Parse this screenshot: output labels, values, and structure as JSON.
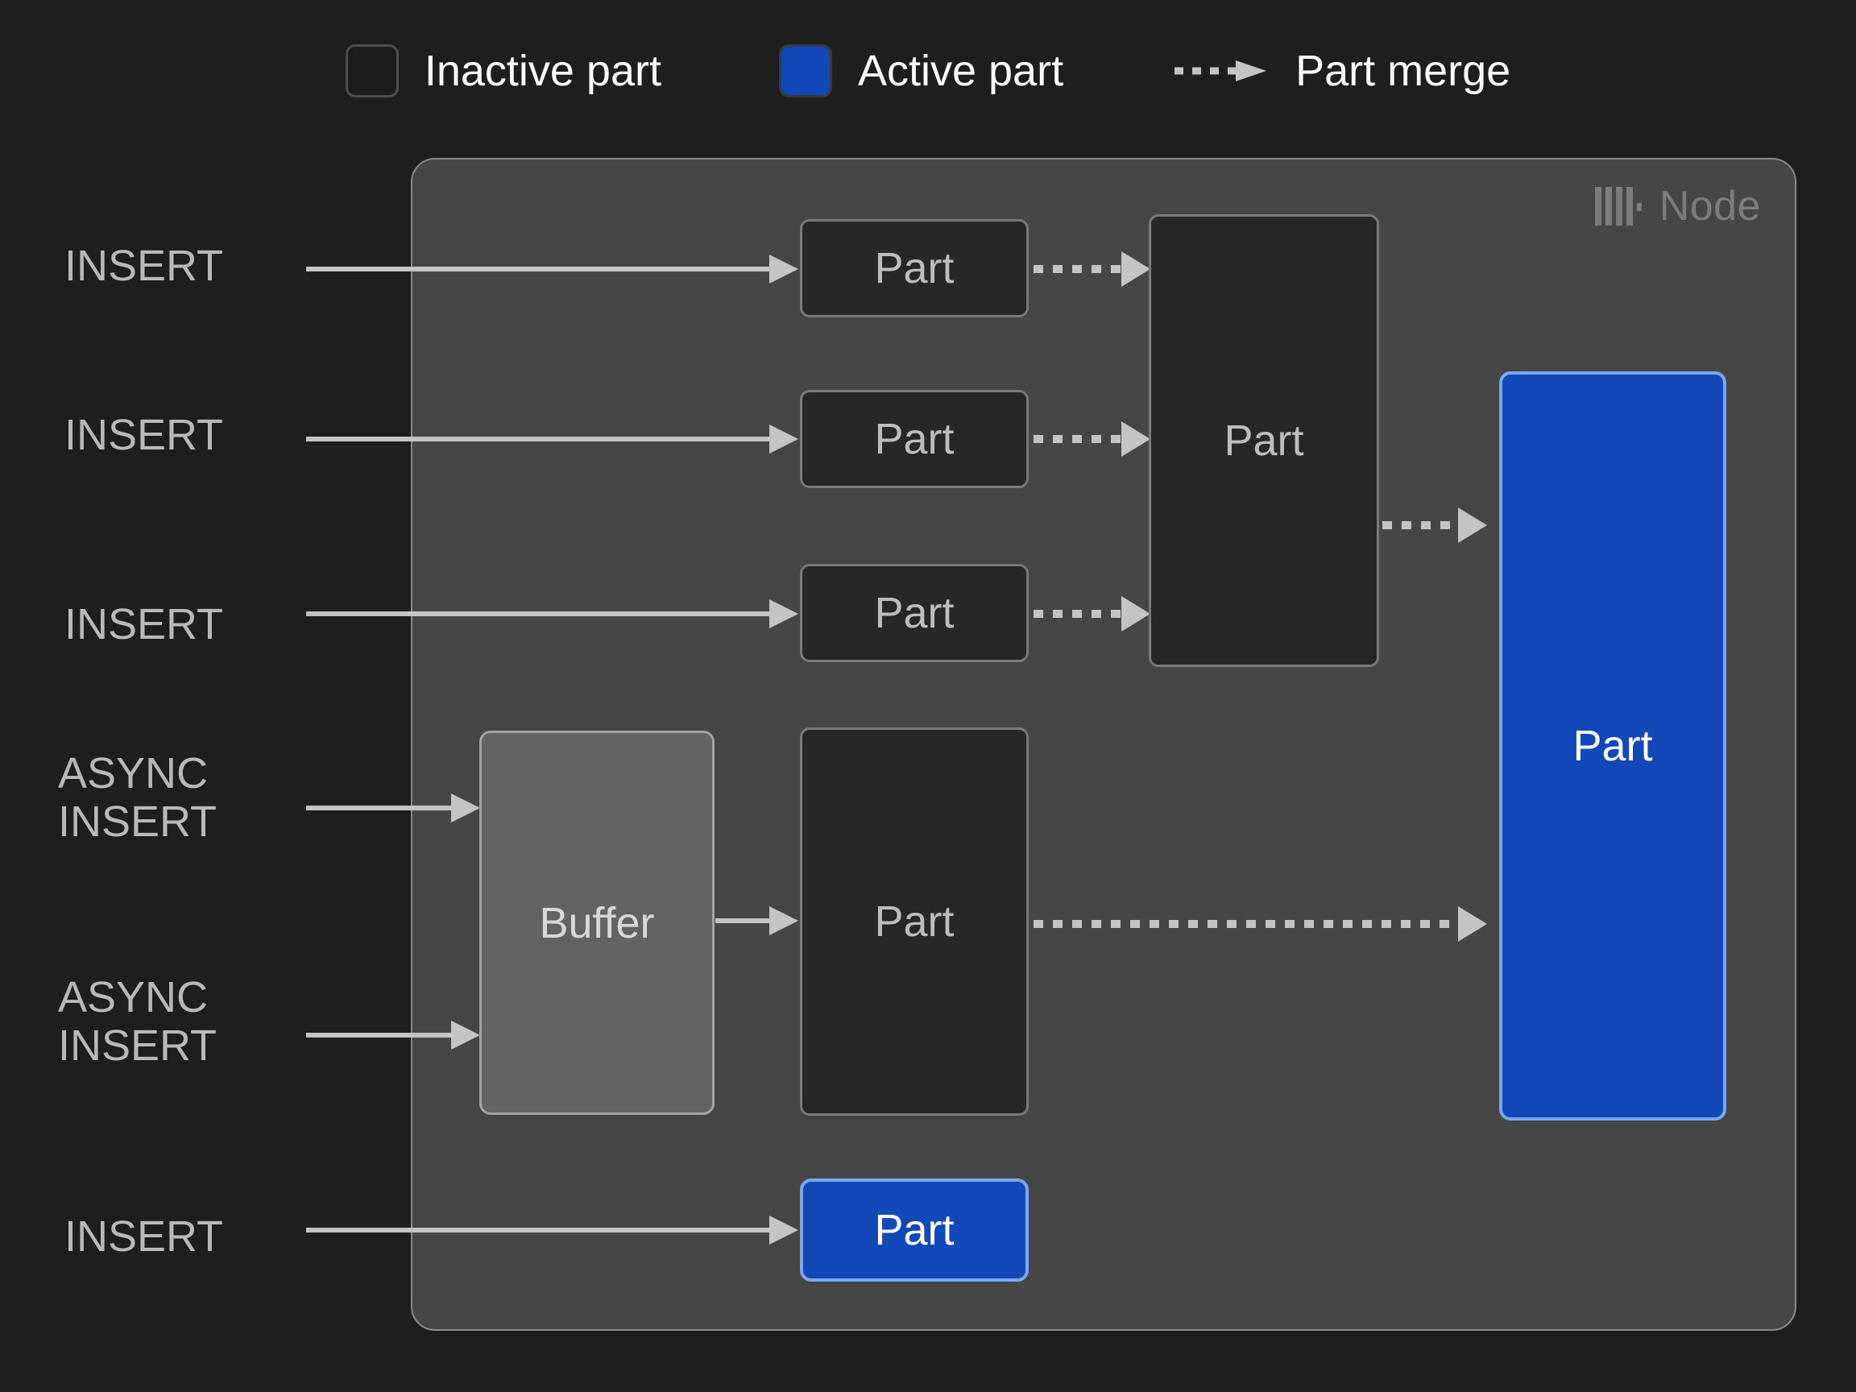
{
  "legend": {
    "items": [
      {
        "id": "inactive-part",
        "label": "Inactive part",
        "swatch": "rounded-square",
        "color": "#1d1d1d",
        "border_color": "#4e4e4e"
      },
      {
        "id": "active-part",
        "label": "Active part",
        "swatch": "rounded-square",
        "color": "#1248b8",
        "border_color": "#3a3a3a"
      },
      {
        "id": "part-merge",
        "label": "Part merge",
        "swatch": "dashed-arrow",
        "color": "#c4c4c4"
      }
    ]
  },
  "panel": {
    "title": "Node",
    "logo_icon": "clickhouse-logo-icon",
    "background": "#464646",
    "border_color": "#8a8a8a",
    "title_color": "#7c7c7c"
  },
  "sources": [
    {
      "id": "insert-1",
      "label": "INSERT"
    },
    {
      "id": "insert-2",
      "label": "INSERT"
    },
    {
      "id": "insert-3",
      "label": "INSERT"
    },
    {
      "id": "async-insert-1",
      "label": "ASYNC\nINSERT"
    },
    {
      "id": "async-insert-2",
      "label": "ASYNC\nINSERT"
    },
    {
      "id": "insert-4",
      "label": "INSERT"
    }
  ],
  "nodes": [
    {
      "id": "part-top-1",
      "label": "Part",
      "state": "inactive"
    },
    {
      "id": "part-top-2",
      "label": "Part",
      "state": "inactive"
    },
    {
      "id": "part-top-3",
      "label": "Part",
      "state": "inactive"
    },
    {
      "id": "part-merged-top",
      "label": "Part",
      "state": "inactive"
    },
    {
      "id": "buffer",
      "label": "Buffer",
      "state": "buffer"
    },
    {
      "id": "part-buffer-flush",
      "label": "Part",
      "state": "inactive"
    },
    {
      "id": "part-final",
      "label": "Part",
      "state": "active"
    },
    {
      "id": "part-bottom-insert",
      "label": "Part",
      "state": "active"
    }
  ],
  "colors": {
    "page_background": "#1e1e1e",
    "panel_background": "#464646",
    "inactive_fill": "#272727",
    "inactive_border": "#7a7a7a",
    "active_fill": "#1248b8",
    "active_border": "#7ba7f0",
    "buffer_fill": "#636363",
    "buffer_border": "#a3a3a3",
    "connector": "#c4c4c4",
    "label_text": "#b9b9b9"
  }
}
